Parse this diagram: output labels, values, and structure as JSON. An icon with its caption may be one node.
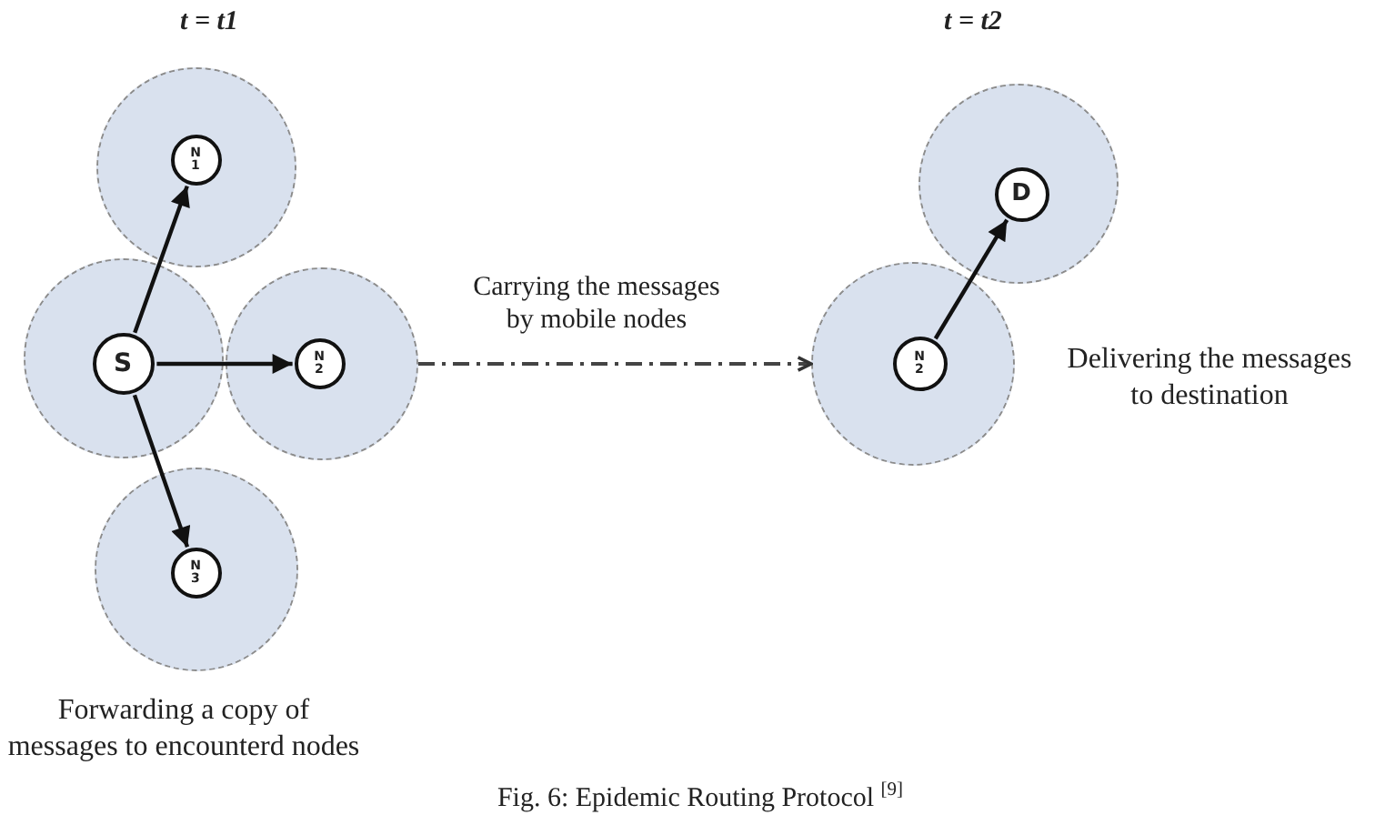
{
  "diagram": {
    "caption": "Fig. 6: Epidemic Routing Protocol $^{[9]}$",
    "nodes": [
      {
        "text": [],
        "shape": "circle"
      },
      {
        "text": [
          "N 1"
        ],
        "in": 0
      },
      {
        "text": [],
        "shape": "circle"
      },
      {
        "text": [
          "S"
        ],
        "in": 2
      },
      {
        "text": [],
        "shape": "circle"
      },
      {
        "text": [
          "N 2"
        ],
        "in": 4
      },
      {
        "text": [],
        "shape": "circle"
      },
      {
        "text": [
          "N 3"
        ],
        "in": 6
      },
      {
        "text": [],
        "shape": "circle"
      },
      {
        "text": [
          "D"
        ],
        "in": 8
      },
      {
        "text": [],
        "shape": "circle"
      },
      {
        "text": [
          "N 2"
        ],
        "in": 10
      }
    ],
    "edges": [
      {
        "from": 3,
        "to": 1,
        "arrow": "to"
      },
      {
        "from": 3,
        "to": 5,
        "arrow": "to"
      },
      {
        "from": 3,
        "to": 7,
        "arrow": "to"
      },
      {
        "from": 4,
        "to": 10,
        "arrow": "to",
        "label": "Carrying the messages by mobile nodes",
        "style": "dashed"
      },
      {
        "from": 11,
        "to": 9,
        "arrow": "to"
      }
    ],
    "labels": [
      "t = t1",
      "t = t2",
      "Delivering the messages to destination",
      "Forwarding a copy of messages to encounterd nodes"
    ]
  }
}
